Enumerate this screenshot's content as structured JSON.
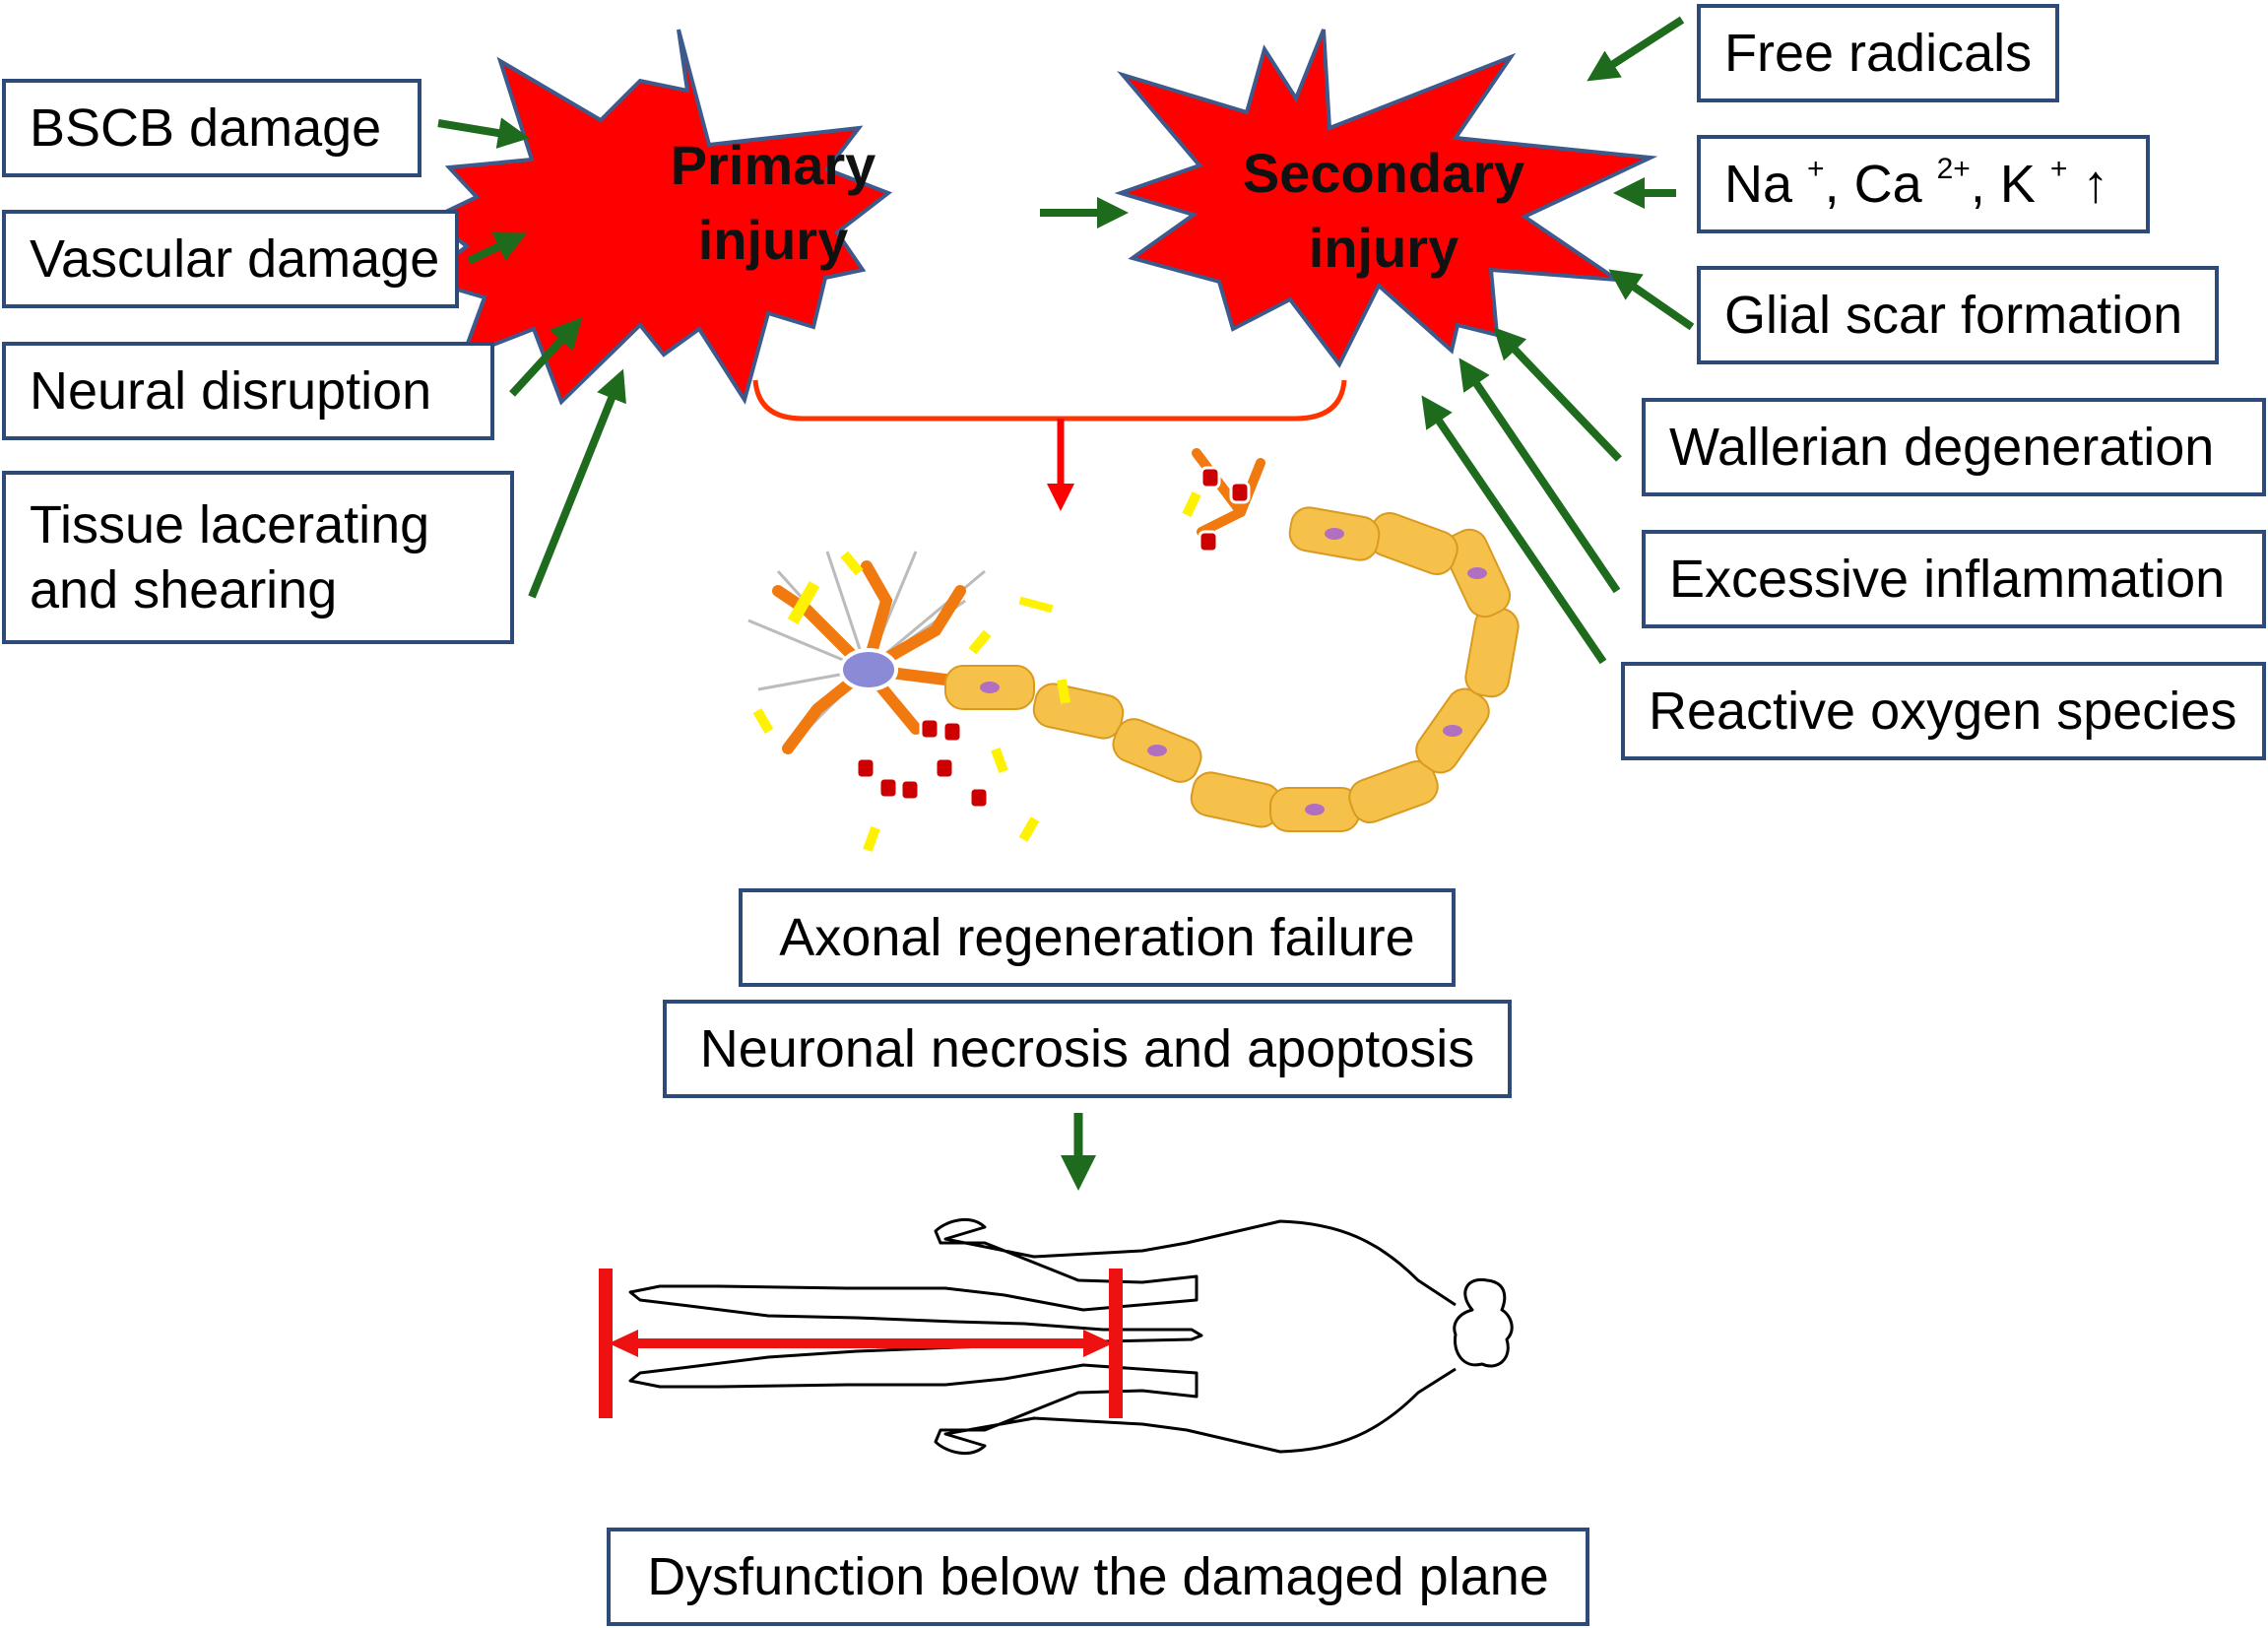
{
  "bursts": {
    "primary": {
      "line1": "Primary",
      "line2": "injury"
    },
    "secondary": {
      "line1": "Secondary",
      "line2": "injury"
    }
  },
  "causes": [
    {
      "label": "BSCB damage"
    },
    {
      "label": "Vascular damage"
    },
    {
      "label": "Neural disruption"
    },
    {
      "label": "Tissue lacerating",
      "label2": "and shearing"
    }
  ],
  "mechanisms": [
    {
      "label": "Free radicals"
    },
    {
      "parts": [
        "Na ",
        "+",
        ", Ca ",
        "2+",
        ", K ",
        "+",
        " ↑"
      ]
    },
    {
      "label": "Glial scar formation"
    },
    {
      "label": "Wallerian degeneration"
    },
    {
      "label": "Excessive inflammation"
    },
    {
      "label": "Reactive oxygen species"
    }
  ],
  "outcomes": {
    "axonal": "Axonal regeneration failure",
    "necrosis": "Neuronal necrosis and apoptosis",
    "dysfunction": "Dysfunction below the damaged plane"
  },
  "colors": {
    "burst_fill": "#ff0000",
    "burst_stroke": "#3c5a8c",
    "box_border": "#2e4a78",
    "cause_arrow": "#1e6b1e",
    "bracket": "#ff3300",
    "damage_marker": "#ee1111",
    "neuron_sheath": "#f6c14a",
    "neuron_body": "#f07a10"
  },
  "icons": [
    "starburst-shape",
    "neuron-illustration",
    "human-body-outline",
    "arrow-icon"
  ]
}
